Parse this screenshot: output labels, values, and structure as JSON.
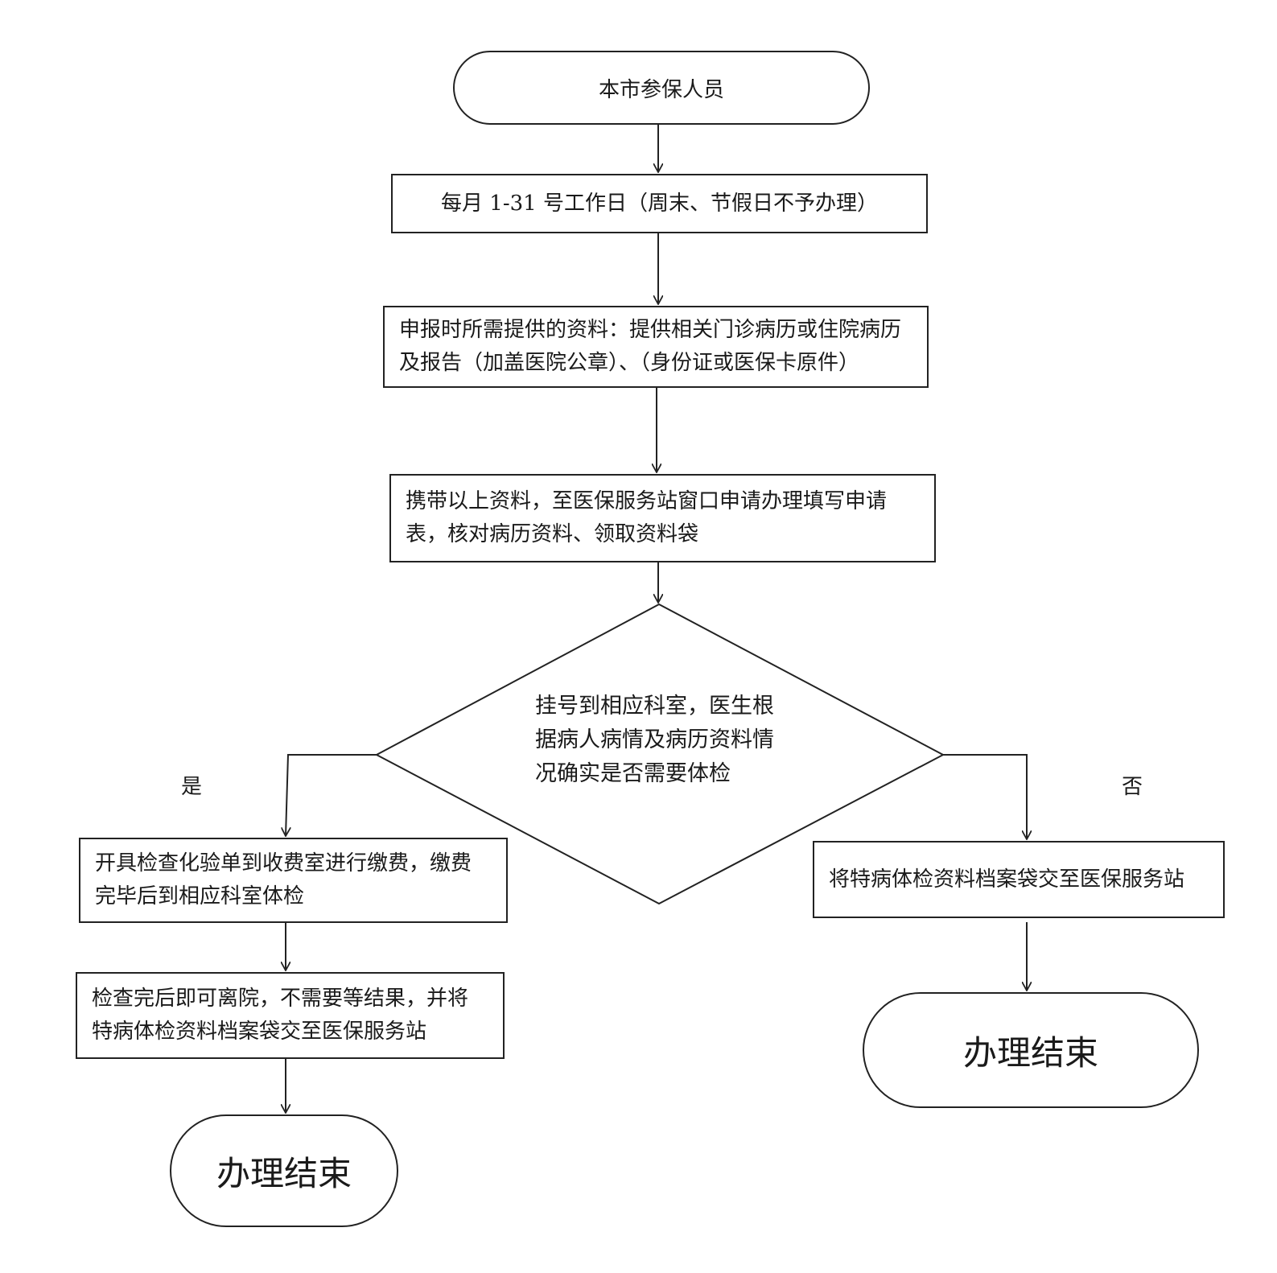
{
  "flow": {
    "start": "本市参保人员",
    "step1": "每月 1-31 号工作日（周末、节假日不予办理）",
    "step2": "申报时所需提供的资料：提供相关门诊病历或住院病历及报告（加盖医院公章）、（身份证或医保卡原件）",
    "step3": "携带以上资料，至医保服务站窗口申请办理填写申请表，核对病历资料、领取资料袋",
    "decision": "挂号到相应科室，医生根据病人病情及病历资料情况确实是否需要体检",
    "yes_label": "是",
    "no_label": "否",
    "yes_step1": "开具检查化验单到收费室进行缴费，缴费完毕后到相应科室体检",
    "yes_step2": "检查完后即可离院，不需要等结果，并将特病体检资料档案袋交至医保服务站",
    "yes_end": "办理结束",
    "no_step1": "将特病体检资料档案袋交至医保服务站",
    "no_end": "办理结束"
  }
}
